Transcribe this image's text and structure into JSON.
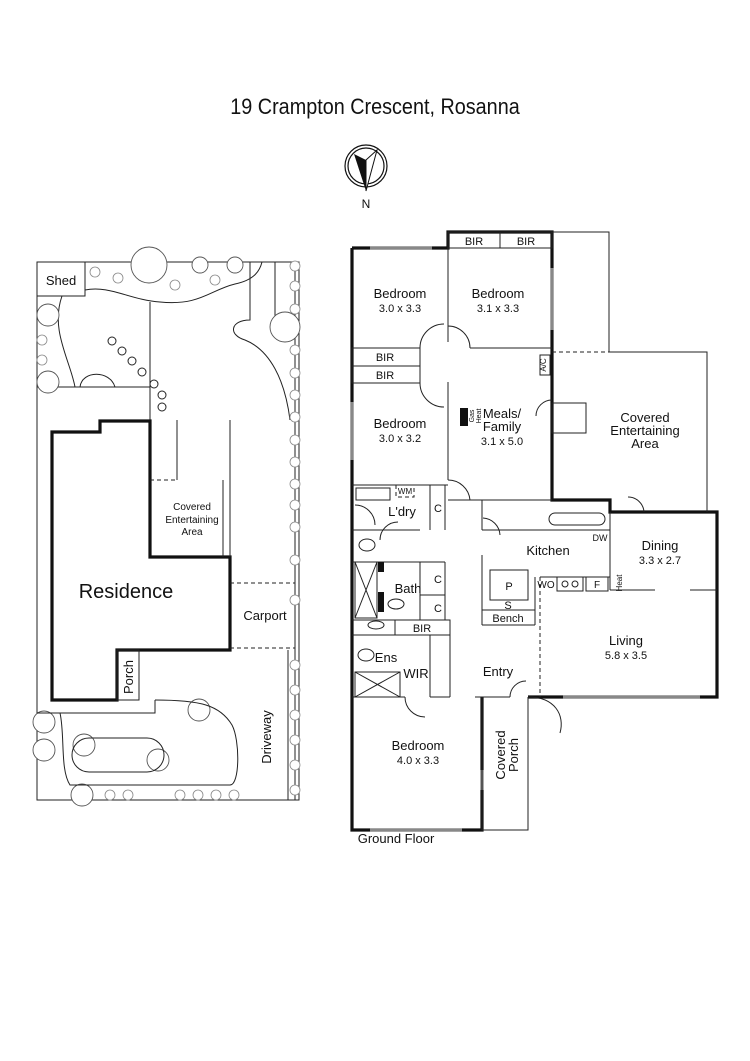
{
  "title": "19 Crampton Crescent, Rosanna",
  "compass": {
    "icon": "north-arrow-icon",
    "label": "N"
  },
  "site_plan": {
    "labels": {
      "shed": "Shed",
      "residence": "Residence",
      "covered_area": [
        "Covered",
        "Entertaining",
        "Area"
      ],
      "carport": "Carport",
      "porch": "Porch",
      "driveway": "Driveway"
    }
  },
  "floor_plan": {
    "caption": "Ground Floor",
    "rooms": {
      "bed1": {
        "name": "Bedroom",
        "dims": "3.0 x 3.3"
      },
      "bed2": {
        "name": "Bedroom",
        "dims": "3.1 x 3.3"
      },
      "bed3": {
        "name": "Bedroom",
        "dims": "3.0 x 3.2"
      },
      "meals": {
        "name": [
          "Meals/",
          "Family"
        ],
        "dims": "3.1 x 5.0"
      },
      "covered": {
        "name": [
          "Covered",
          "Entertaining",
          "Area"
        ]
      },
      "dining": {
        "name": "Dining",
        "dims": "3.3 x 2.7"
      },
      "living": {
        "name": "Living",
        "dims": "5.8 x 3.5"
      },
      "master": {
        "name": "Bedroom",
        "dims": "4.0 x 3.3"
      },
      "kitchen": {
        "name": "Kitchen"
      },
      "laundry": {
        "name": "L'dry"
      },
      "bath": {
        "name": "Bath"
      },
      "ensuite": {
        "name": "Ens"
      },
      "wir": {
        "name": "WIR"
      },
      "entry": {
        "name": "Entry"
      },
      "porch": {
        "name": [
          "Covered",
          "Porch"
        ]
      }
    },
    "fixtures": {
      "bir": "BIR",
      "cupboard": "C",
      "wm": "WM",
      "ac": "A/C",
      "gas_heat": [
        "Gas",
        "Heat"
      ],
      "dw": "DW",
      "wo": "WO",
      "fridge": "F",
      "heat": "Heat",
      "pantry": "P",
      "sink": "S",
      "bench": "Bench"
    }
  }
}
